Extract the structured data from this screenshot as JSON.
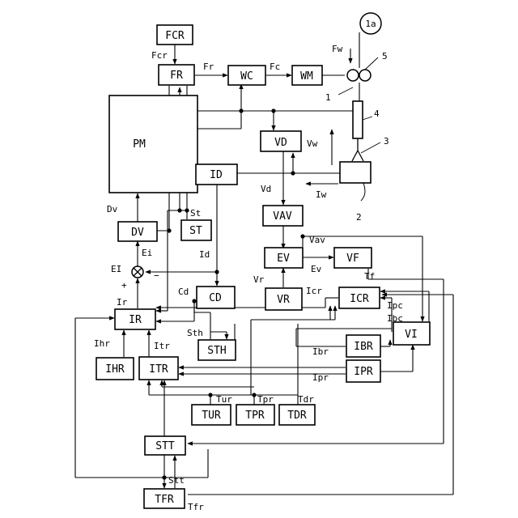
{
  "blocks": {
    "fcr": "FCR",
    "fr": "FR",
    "wc": "WC",
    "wm": "WM",
    "pm": "PM",
    "vd": "VD",
    "id": "ID",
    "vav": "VAV",
    "dv": "DV",
    "st": "ST",
    "ev": "EV",
    "vf": "VF",
    "vr": "VR",
    "cd": "CD",
    "icr": "ICR",
    "ir": "IR",
    "sth": "STH",
    "vi": "VI",
    "ibr": "IBR",
    "ipr": "IPR",
    "ihr": "IHR",
    "itr": "ITR",
    "tur": "TUR",
    "tpr": "TPR",
    "tdr": "TDR",
    "stt": "STT",
    "tfr": "TFR"
  },
  "signals": {
    "fcr": "Fcr",
    "fr": "Fr",
    "fc": "Fc",
    "fw": "Fw",
    "vw": "Vw",
    "iw": "Iw",
    "vd": "Vd",
    "dv": "Dv",
    "st": "St",
    "vav": "Vav",
    "ei": "Ei",
    "id": "Id",
    "ev": "Ev",
    "tf": "Tf",
    "ei_sum": "EI",
    "plus": "+",
    "minus": "−",
    "vr": "Vr",
    "cd": "Cd",
    "icr": "Icr",
    "ir": "Ir",
    "ipc": "Ipc",
    "ibc": "Ibc",
    "sth": "Sth",
    "ihr": "Ihr",
    "itr": "Itr",
    "ibr": "Ibr",
    "ipr": "Ipr",
    "tur": "Tur",
    "tpr": "Tpr",
    "tdr": "Tdr",
    "stt": "Stt",
    "tfr": "Tfr"
  },
  "refs": {
    "n1": "1",
    "n1a": "1a",
    "n2": "2",
    "n3": "3",
    "n4": "4",
    "n5": "5"
  }
}
